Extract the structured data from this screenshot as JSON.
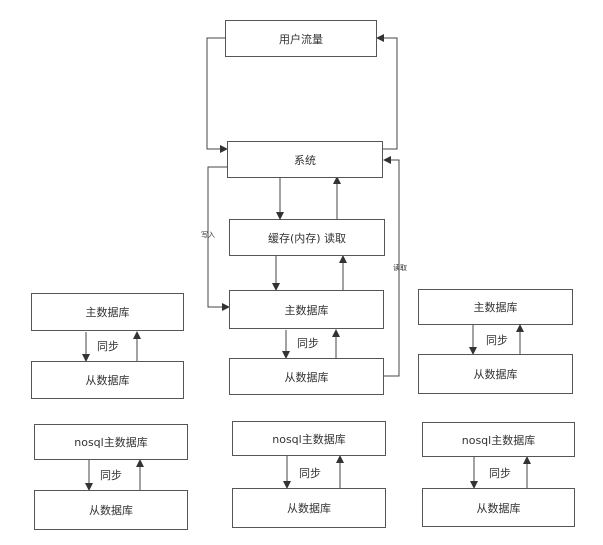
{
  "diagram": {
    "user_traffic": "用户流量",
    "system": "系统",
    "cache": "缓存(内存) 读取",
    "write_label": "写入",
    "read_label": "读取",
    "center_master": "主数据库",
    "center_slave": "从数据库",
    "center_sync": "同步",
    "left_master": "主数据库",
    "left_slave": "从数据库",
    "left_sync": "同步",
    "right_master": "主数据库",
    "right_slave": "从数据库",
    "right_sync": "同步",
    "nosql_left_master": "nosql主数据库",
    "nosql_left_slave": "从数据库",
    "nosql_left_sync": "同步",
    "nosql_center_master": "nosql主数据库",
    "nosql_center_slave": "从数据库",
    "nosql_center_sync": "同步",
    "nosql_right_master": "nosql主数据库",
    "nosql_right_slave": "从数据库",
    "nosql_right_sync": "同步"
  }
}
